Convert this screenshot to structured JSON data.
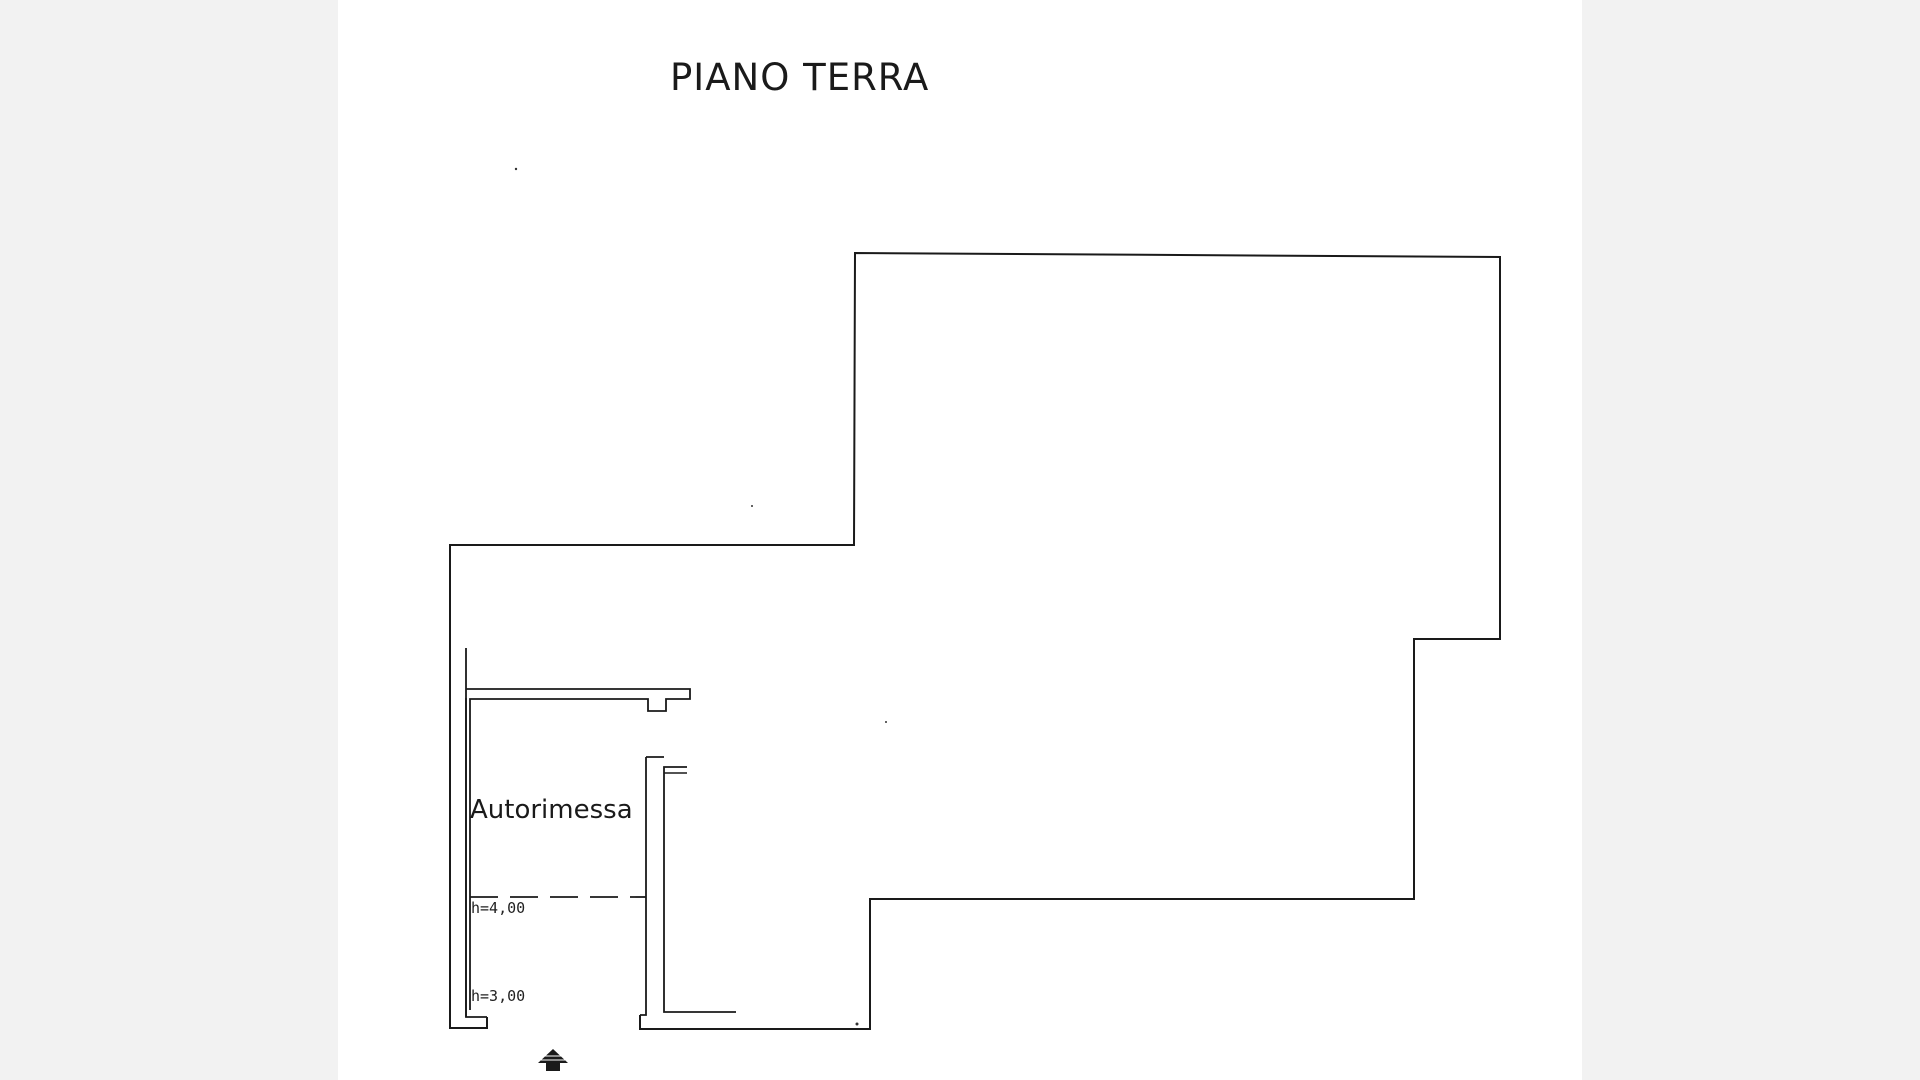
{
  "title": "PIANO TERRA",
  "rooms": [
    {
      "label": "Autorimessa"
    }
  ],
  "heights": [
    {
      "label": "h=4,00"
    },
    {
      "label": "h=3,00"
    }
  ],
  "icons": {
    "entrance": "entrance-arrow-icon"
  },
  "colors": {
    "background": "#f2f2f2",
    "sheet": "#ffffff",
    "line": "#1a1a1a"
  }
}
